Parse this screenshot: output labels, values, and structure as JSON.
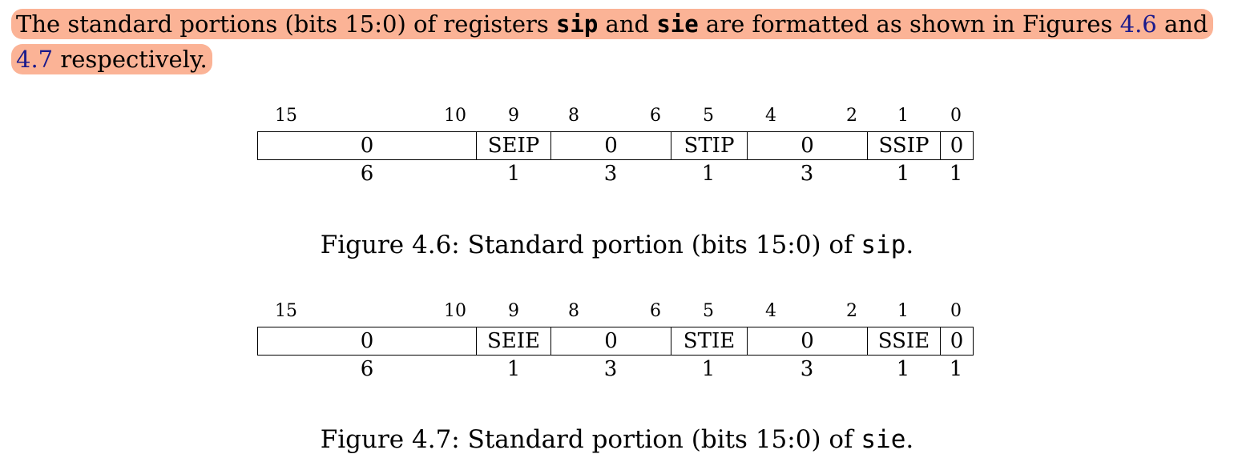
{
  "intro": {
    "text_before": "The standard portions (bits 15:0) of registers ",
    "reg1": "sip",
    "text_and": " and ",
    "reg2": "sie",
    "text_mid": " are formatted as shown in Figures ",
    "fig_ref1": "4.6",
    "text_and2": " and ",
    "fig_ref2": "4.7",
    "text_end": " respectively."
  },
  "figures": [
    {
      "bit_labels": [
        "15",
        "10",
        "9",
        "8",
        "6",
        "5",
        "4",
        "2",
        "1",
        "0"
      ],
      "fields": [
        "0",
        "SEIP",
        "0",
        "STIP",
        "0",
        "SSIP",
        "0"
      ],
      "widths": [
        "6",
        "1",
        "3",
        "1",
        "3",
        "1",
        "1"
      ],
      "caption_prefix": "Figure 4.6: Standard portion (bits 15:0) of ",
      "caption_reg": "sip",
      "caption_suffix": "."
    },
    {
      "bit_labels": [
        "15",
        "10",
        "9",
        "8",
        "6",
        "5",
        "4",
        "2",
        "1",
        "0"
      ],
      "fields": [
        "0",
        "SEIE",
        "0",
        "STIE",
        "0",
        "SSIE",
        "0"
      ],
      "widths": [
        "6",
        "1",
        "3",
        "1",
        "3",
        "1",
        "1"
      ],
      "caption_prefix": "Figure 4.7: Standard portion (bits 15:0) of ",
      "caption_reg": "sie",
      "caption_suffix": "."
    }
  ],
  "colors": {
    "highlight": "#fbb396",
    "link": "#1a1a8c"
  }
}
